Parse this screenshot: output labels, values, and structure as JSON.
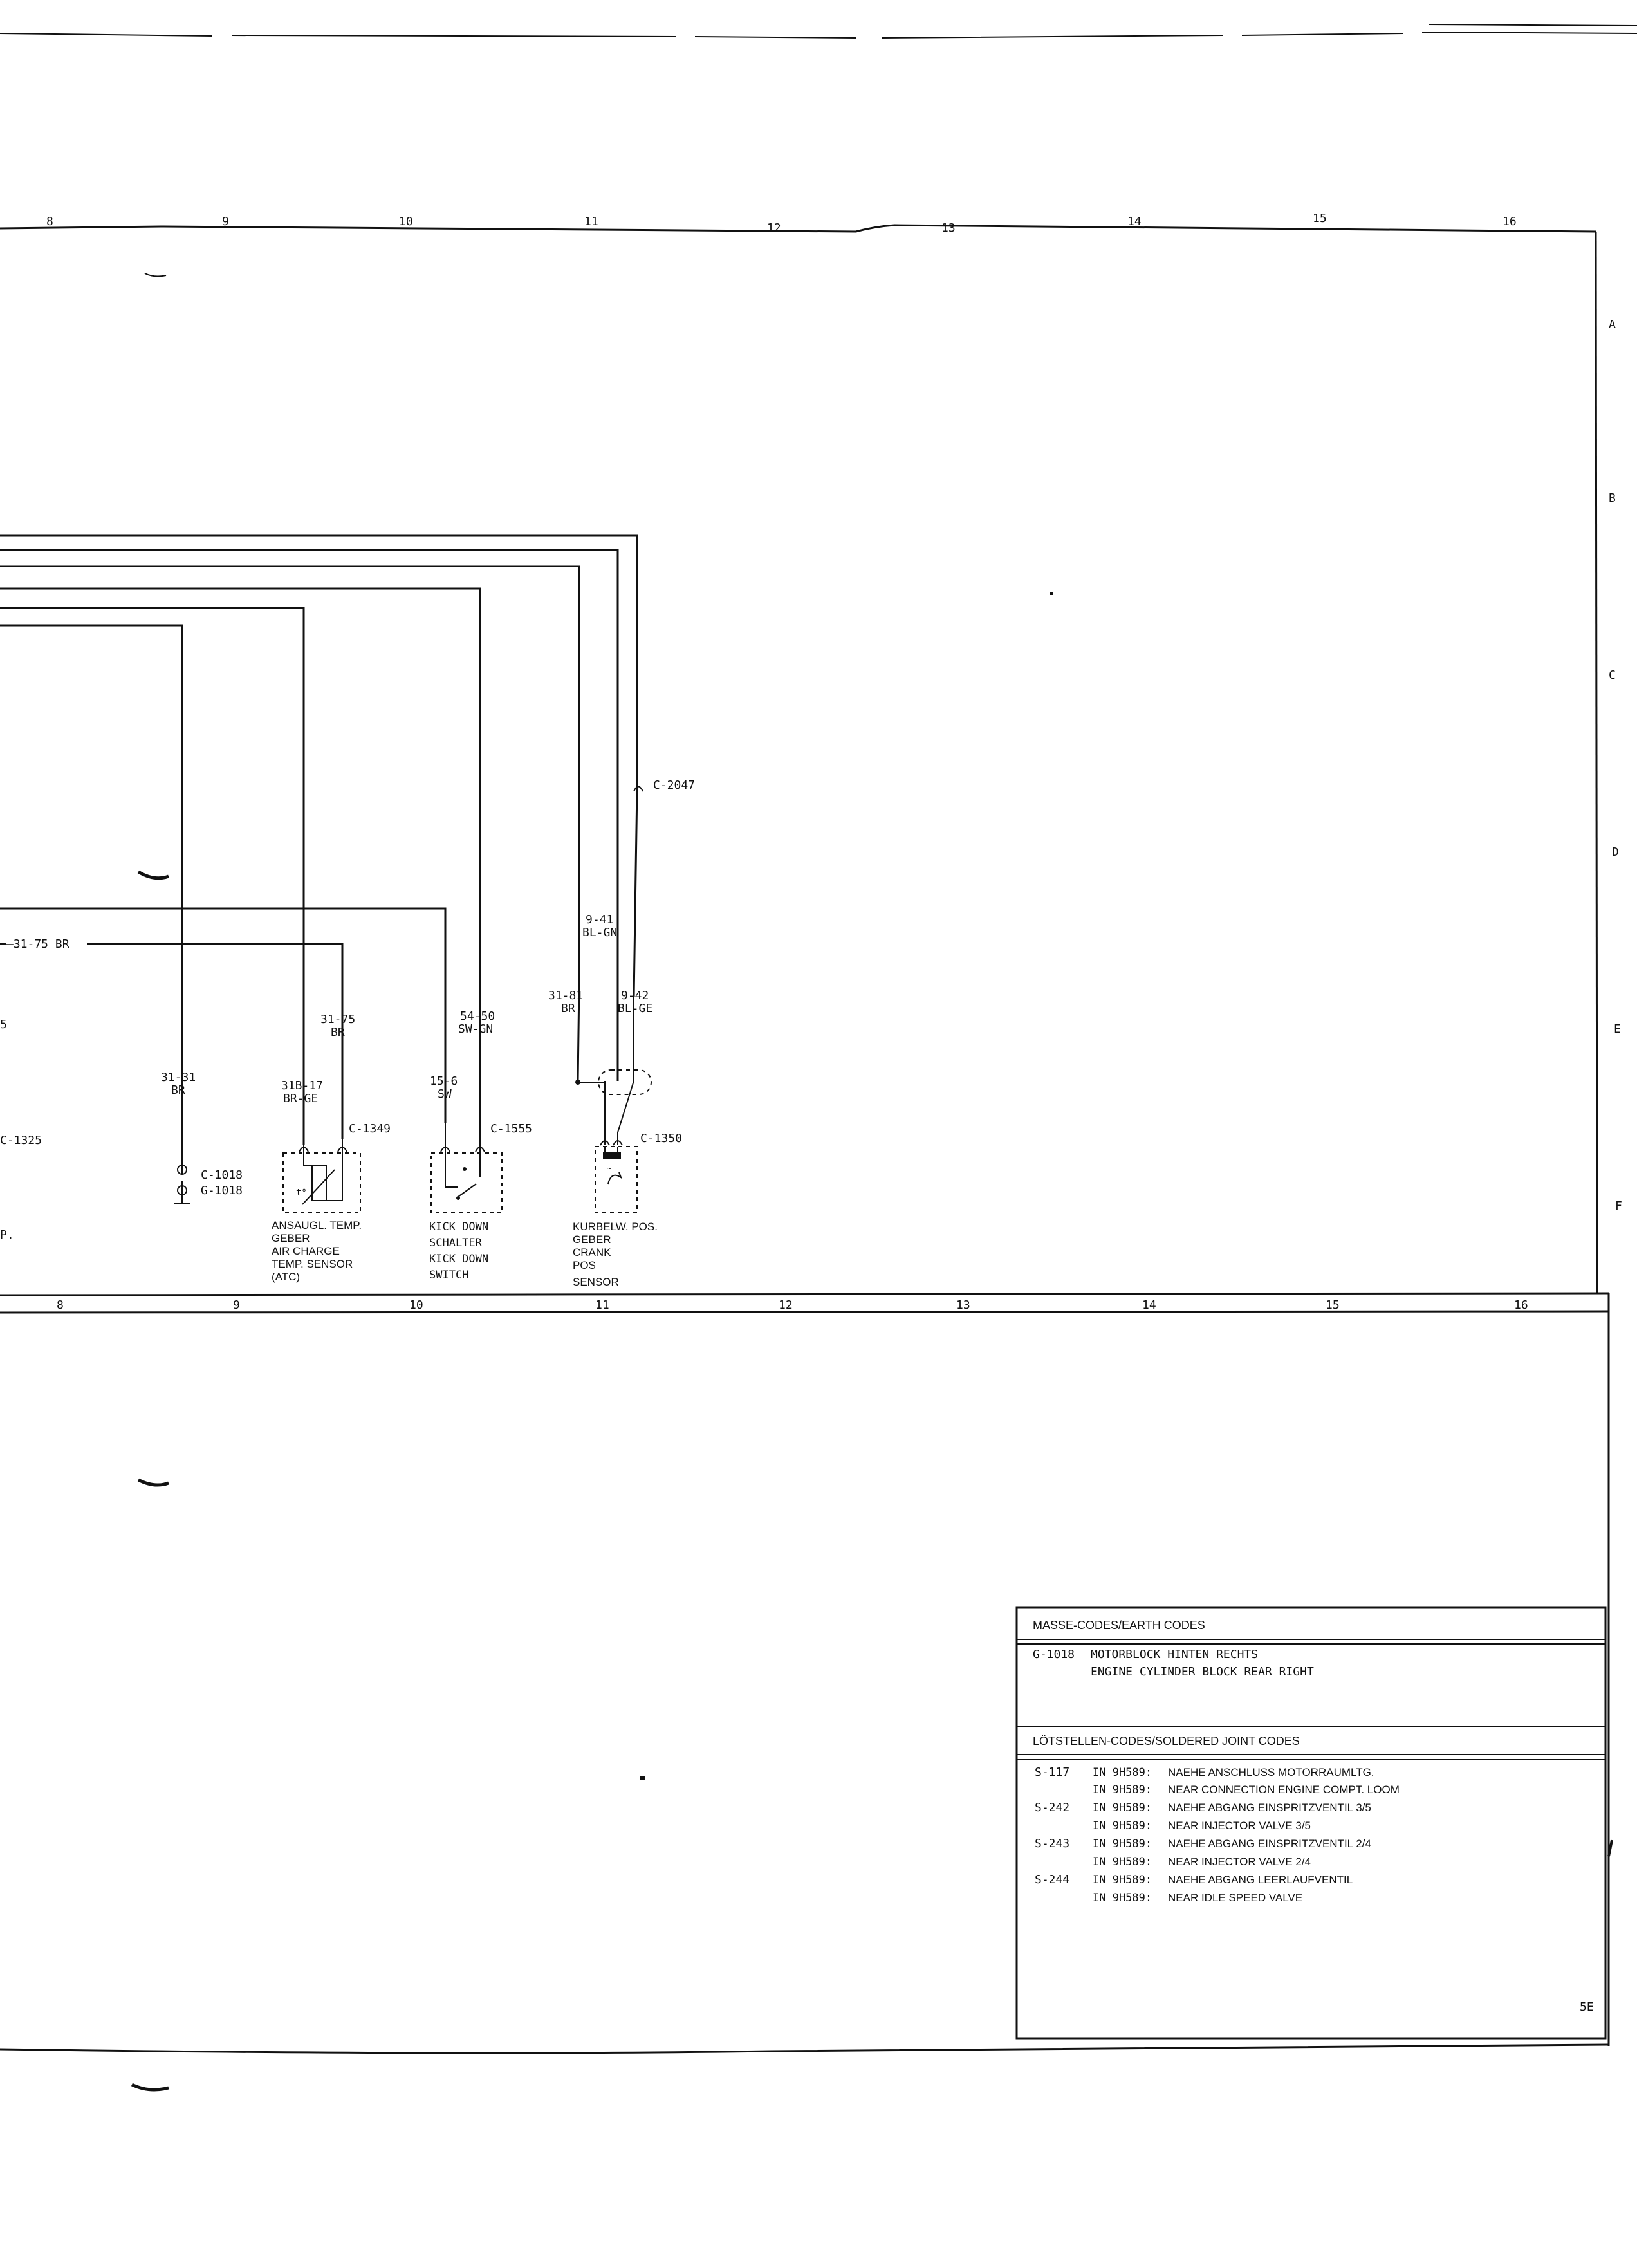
{
  "grid": {
    "columns_top": [
      "8",
      "9",
      "10",
      "11",
      "12",
      "13",
      "14",
      "15",
      "16"
    ],
    "columns_bottom": [
      "8",
      "9",
      "10",
      "11",
      "12",
      "13",
      "14",
      "15",
      "16"
    ],
    "rows": [
      "A",
      "B",
      "C",
      "D",
      "E",
      "F"
    ]
  },
  "wires": {
    "w_31_75_left": "—31-75 BR",
    "w_31_75": {
      "code": "31-75",
      "color": "BR"
    },
    "w_31_31": {
      "code": "31-31",
      "color": "BR"
    },
    "w_31b_17": {
      "code": "31B-17",
      "color": "BR-GE"
    },
    "w_15_6": {
      "code": "15-6",
      "color": "SW"
    },
    "w_54_50": {
      "code": "54-50",
      "color": "SW-GN"
    },
    "w_9_41": {
      "code": "9-41",
      "color": "BL-GN"
    },
    "w_31_81": {
      "code": "31-81",
      "color": "BR"
    },
    "w_9_42": {
      "code": "9-42",
      "color": "BL-GE"
    },
    "stub_left": "5",
    "stub_left_p": "P."
  },
  "connectors": {
    "c2047": "C-2047",
    "c1325": "C-1325",
    "c1349": "C-1349",
    "c1555": "C-1555",
    "c1350": "C-1350",
    "c1018": "C-1018",
    "g1018": "G-1018"
  },
  "components": {
    "atc": [
      "ANSAUGL. TEMP.",
      "GEBER",
      "AIR CHARGE",
      "TEMP. SENSOR",
      "(ATC)"
    ],
    "kickdown": [
      "KICK DOWN",
      "SCHALTER",
      "KICK DOWN",
      "SWITCH"
    ],
    "crank": [
      "KURBELW. POS.",
      "GEBER",
      "CRANK",
      "POS",
      "SENSOR"
    ]
  },
  "legend": {
    "earth_title": "MASSE-CODES/EARTH CODES",
    "earth_code": "G-1018",
    "earth_line1": "MOTORBLOCK HINTEN RECHTS",
    "earth_line2": "ENGINE CYLINDER BLOCK REAR RIGHT",
    "solder_title": "LÖTSTELLEN-CODES/SOLDERED JOINT CODES",
    "solder_rows": [
      {
        "code": "S-117",
        "loc": "IN 9H589:",
        "text": "NAEHE ANSCHLUSS MOTORRAUMLTG."
      },
      {
        "code": "",
        "loc": "IN 9H589:",
        "text": "NEAR CONNECTION ENGINE COMPT. LOOM"
      },
      {
        "code": "S-242",
        "loc": "IN 9H589:",
        "text": "NAEHE ABGANG EINSPRITZVENTIL 3/5"
      },
      {
        "code": "",
        "loc": "IN 9H589:",
        "text": "NEAR INJECTOR VALVE 3/5"
      },
      {
        "code": "S-243",
        "loc": "IN 9H589:",
        "text": "NAEHE ABGANG EINSPRITZVENTIL 2/4"
      },
      {
        "code": "",
        "loc": "IN 9H589:",
        "text": "NEAR INJECTOR VALVE 2/4"
      },
      {
        "code": "S-244",
        "loc": "IN 9H589:",
        "text": "NAEHE ABGANG LEERLAUFVENTIL"
      },
      {
        "code": "",
        "loc": "IN 9H589:",
        "text": "NEAR IDLE SPEED VALVE"
      }
    ],
    "page_number": "5E"
  }
}
